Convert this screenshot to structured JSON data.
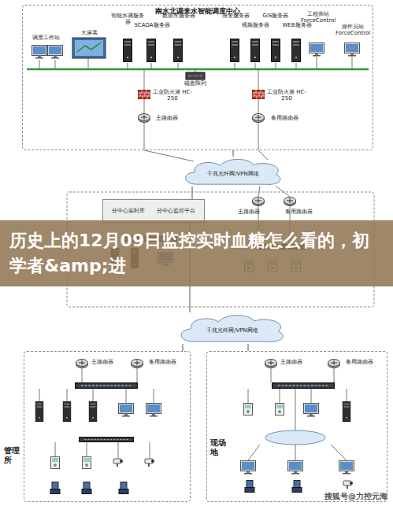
{
  "diagram": {
    "nodes": [
      {
        "text": [
          "南水北调来水智能调度中心"
        ]
      },
      {
        "text": [
          "千兆光纤网/VPN网络"
        ]
      },
      {
        "text": [
          "分中心实时库",
          "分中心监控平台"
        ]
      },
      {
        "text": [
          "千兆光纤网/VPN网络"
        ]
      },
      {
        "text": [
          "管理所"
        ]
      },
      {
        "text": [
          "现场地"
        ]
      }
    ],
    "edges": [
      {
        "from": 0,
        "to": 1,
        "arrow": "none"
      },
      {
        "from": 1,
        "to": 2,
        "arrow": "none"
      },
      {
        "from": 2,
        "to": 3,
        "arrow": "none"
      },
      {
        "from": 3,
        "to": 4,
        "arrow": "none"
      },
      {
        "from": 3,
        "to": 5,
        "arrow": "none"
      }
    ],
    "labels": [
      "调度工作站",
      "大屏幕",
      "智能水调服务器",
      "SCADA服务器",
      "数据库服务器",
      "报警服务器",
      "视频服务器",
      "GIS服务器",
      "WEB服务器",
      "工程师站 ForceControl",
      "操作员站 ForceControl",
      "磁盘阵列",
      "工业防火墙 HC-250",
      "工业防火墙 HC-250",
      "主路由器",
      "备用路由器",
      "主路由器",
      "备用路由器",
      "主路由器",
      "备用路由器",
      "主路由器",
      "备用路由器",
      "历史上的12月09日监控实时血糖怎么看的，初学者&amp;进",
      "搜狐号@力控元海"
    ]
  }
}
